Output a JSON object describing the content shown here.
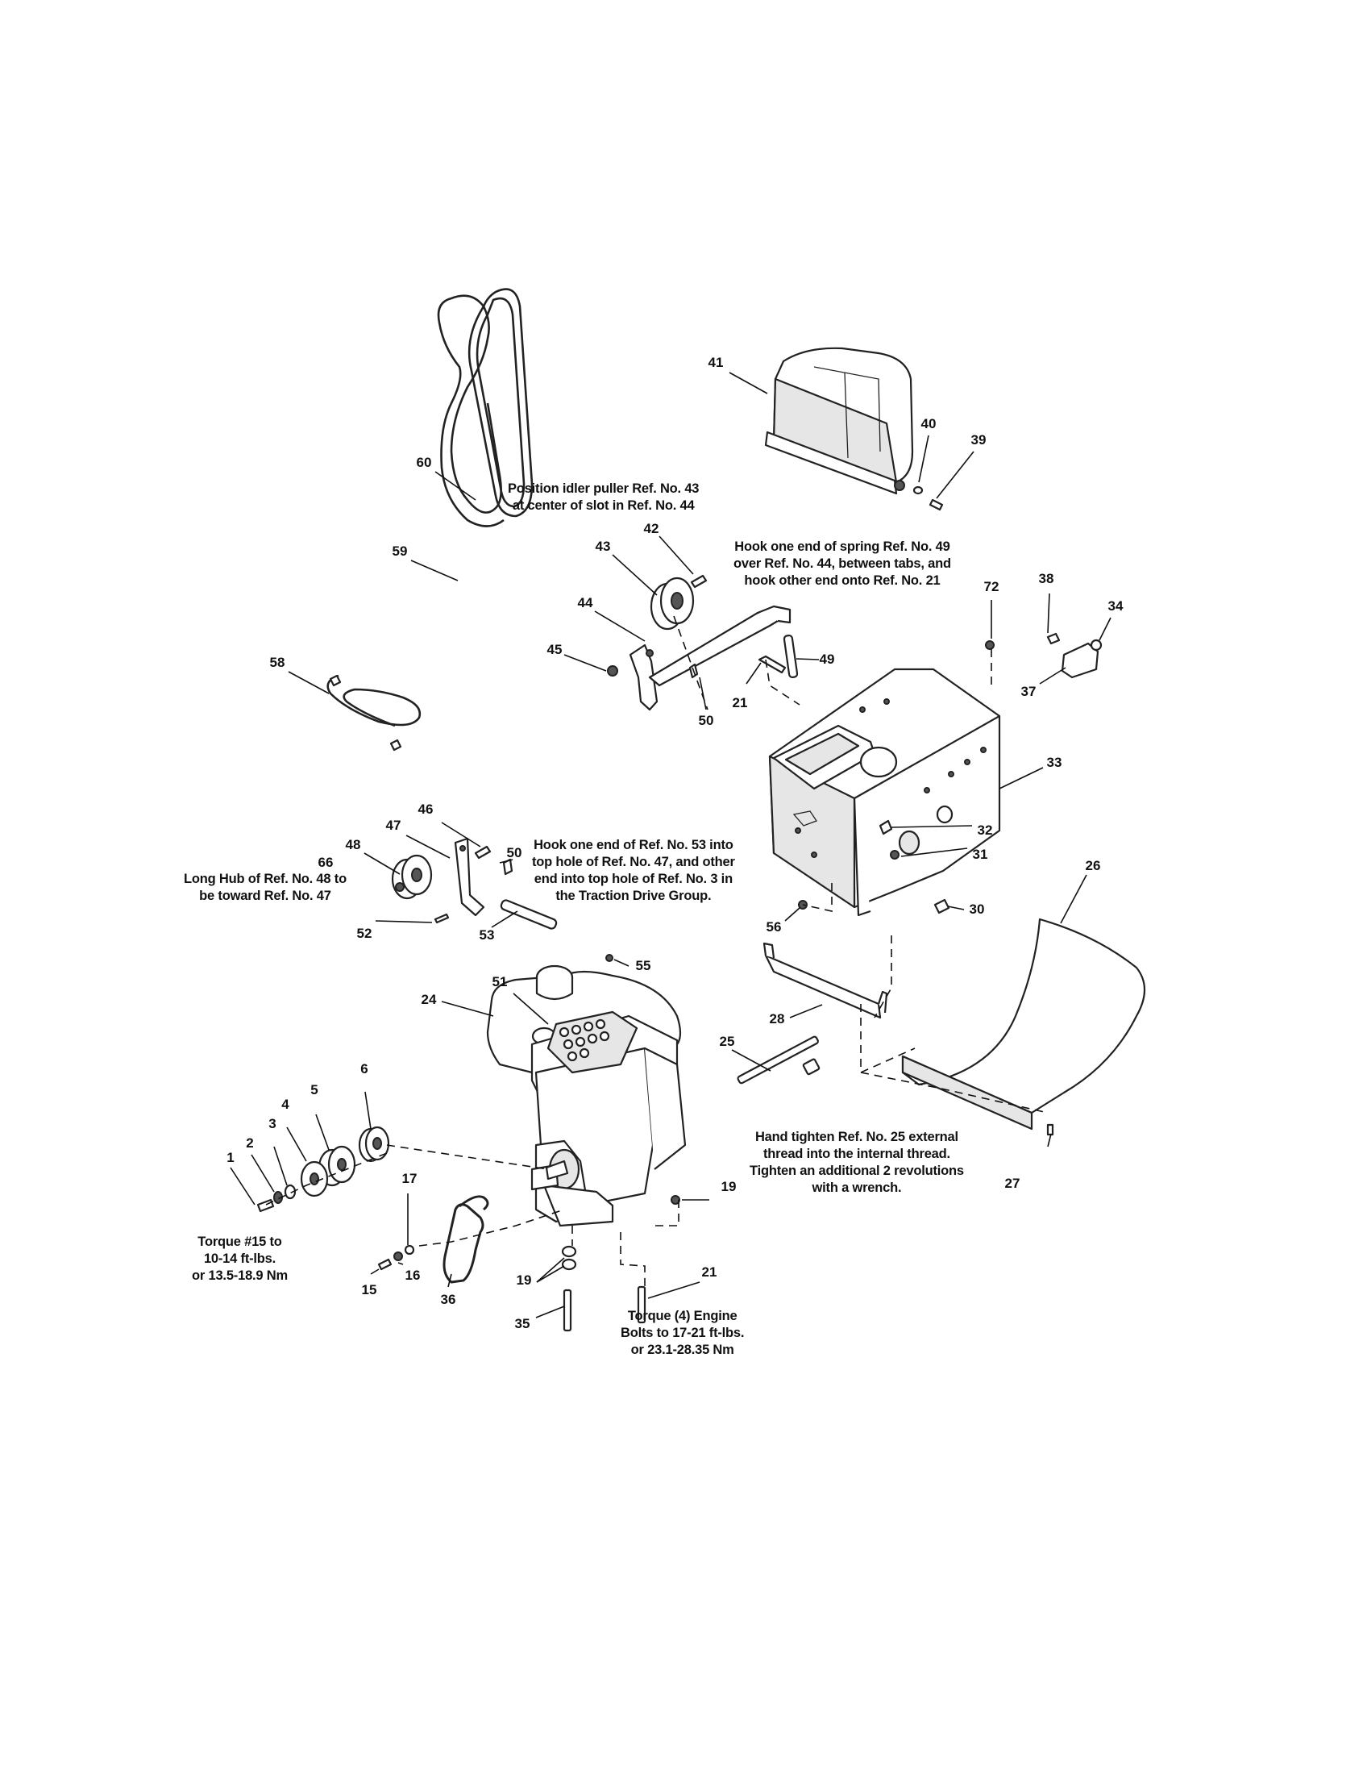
{
  "callouts": [
    {
      "id": "41",
      "label": "41"
    },
    {
      "id": "40",
      "label": "40"
    },
    {
      "id": "39",
      "label": "39"
    },
    {
      "id": "60",
      "label": "60"
    },
    {
      "id": "59",
      "label": "59"
    },
    {
      "id": "58",
      "label": "58"
    },
    {
      "id": "42",
      "label": "42"
    },
    {
      "id": "43",
      "label": "43"
    },
    {
      "id": "44",
      "label": "44"
    },
    {
      "id": "45",
      "label": "45"
    },
    {
      "id": "50a",
      "label": "50"
    },
    {
      "id": "21a",
      "label": "21"
    },
    {
      "id": "49",
      "label": "49"
    },
    {
      "id": "72",
      "label": "72"
    },
    {
      "id": "38",
      "label": "38"
    },
    {
      "id": "34",
      "label": "34"
    },
    {
      "id": "37",
      "label": "37"
    },
    {
      "id": "33",
      "label": "33"
    },
    {
      "id": "32",
      "label": "32"
    },
    {
      "id": "31",
      "label": "31"
    },
    {
      "id": "30",
      "label": "30"
    },
    {
      "id": "56",
      "label": "56"
    },
    {
      "id": "46",
      "label": "46"
    },
    {
      "id": "47",
      "label": "47"
    },
    {
      "id": "48",
      "label": "48"
    },
    {
      "id": "66",
      "label": "66"
    },
    {
      "id": "50b",
      "label": "50"
    },
    {
      "id": "52",
      "label": "52"
    },
    {
      "id": "53",
      "label": "53"
    },
    {
      "id": "26",
      "label": "26"
    },
    {
      "id": "55",
      "label": "55"
    },
    {
      "id": "51",
      "label": "51"
    },
    {
      "id": "24",
      "label": "24"
    },
    {
      "id": "28",
      "label": "28"
    },
    {
      "id": "25",
      "label": "25"
    },
    {
      "id": "27",
      "label": "27"
    },
    {
      "id": "6",
      "label": "6"
    },
    {
      "id": "5",
      "label": "5"
    },
    {
      "id": "4",
      "label": "4"
    },
    {
      "id": "3",
      "label": "3"
    },
    {
      "id": "2",
      "label": "2"
    },
    {
      "id": "1",
      "label": "1"
    },
    {
      "id": "17",
      "label": "17"
    },
    {
      "id": "19a",
      "label": "19"
    },
    {
      "id": "16",
      "label": "16"
    },
    {
      "id": "15",
      "label": "15"
    },
    {
      "id": "36",
      "label": "36"
    },
    {
      "id": "19b",
      "label": "19"
    },
    {
      "id": "21b",
      "label": "21"
    },
    {
      "id": "35",
      "label": "35"
    }
  ],
  "notes": {
    "idler": [
      "Position idler puller Ref. No. 43",
      "at center of slot in Ref. No. 44"
    ],
    "spring": [
      "Hook one end of spring Ref. No. 49",
      "over Ref. No. 44, between tabs, and",
      "hook other end onto Ref. No. 21"
    ],
    "long_hub": [
      "Long Hub of Ref. No. 48 to",
      "be toward Ref. No. 47"
    ],
    "hook53": [
      "Hook one end of Ref. No. 53 into",
      "top hole of Ref. No. 47, and other",
      "end into top hole of Ref. No. 3 in",
      "the Traction Drive Group."
    ],
    "hand_tighten": [
      "Hand tighten Ref. No. 25 external",
      "thread into the internal thread.",
      "Tighten an additional 2 revolutions",
      "with a wrench."
    ],
    "torque15": [
      "Torque #15 to",
      "10-14 ft-lbs.",
      "or 13.5-18.9 Nm"
    ],
    "torque_engine": [
      "Torque (4) Engine",
      "Bolts to 17-21 ft-lbs.",
      "or 23.1-28.35 Nm"
    ]
  },
  "label_color": "#111111"
}
